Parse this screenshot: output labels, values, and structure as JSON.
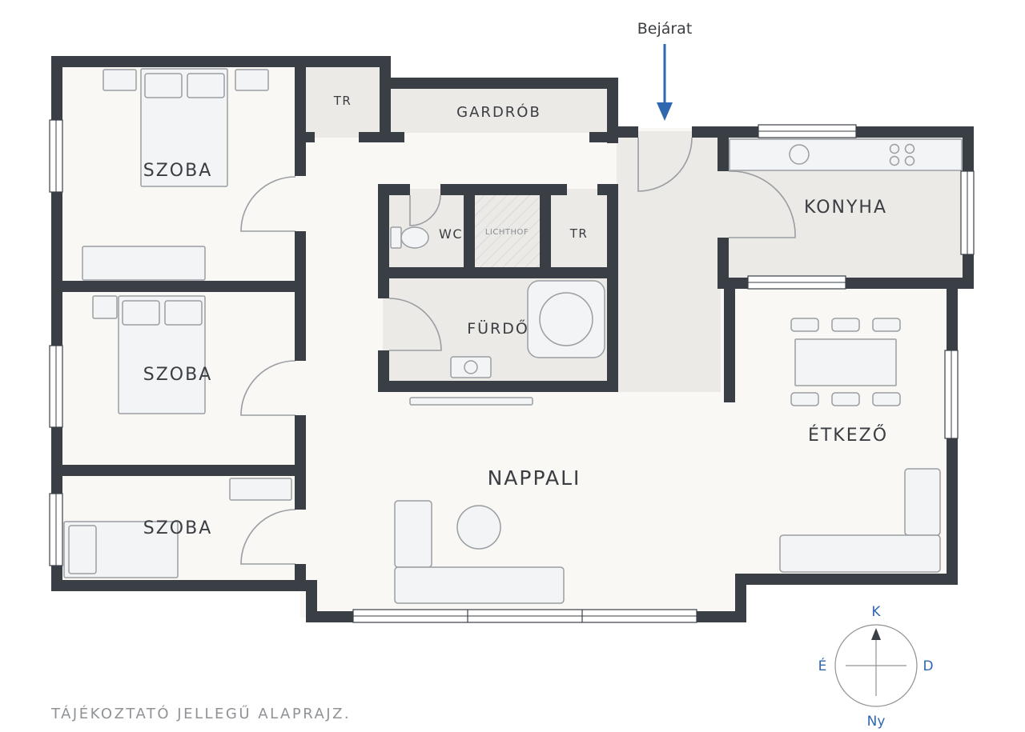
{
  "rooms": {
    "bedroom_top": "SZOBA",
    "bedroom_middle": "SZOBA",
    "bedroom_bottom": "SZOBA",
    "storage_top": "TR",
    "wardrobe": "GARDRÓB",
    "wc": "WC",
    "lightwell": "LICHTHOF",
    "storage_middle": "TR",
    "bathroom": "FÜRDŐ",
    "kitchen": "KONYHA",
    "dining": "ÉTKEZŐ",
    "living": "NAPPALI"
  },
  "entrance": {
    "label": "Bejárat",
    "arrow_color": "#2f67b0"
  },
  "compass": {
    "north": "K",
    "south": "Ny",
    "west": "É",
    "east": "D",
    "color": "#2f67b0"
  },
  "footer": {
    "note": "TÁJÉKOZTATÓ JELLEGŰ ALAPRAJZ."
  },
  "colors": {
    "wall": "#3a3f46",
    "floor": "#f9f8f5",
    "wet_floor": "#ebeae6"
  }
}
